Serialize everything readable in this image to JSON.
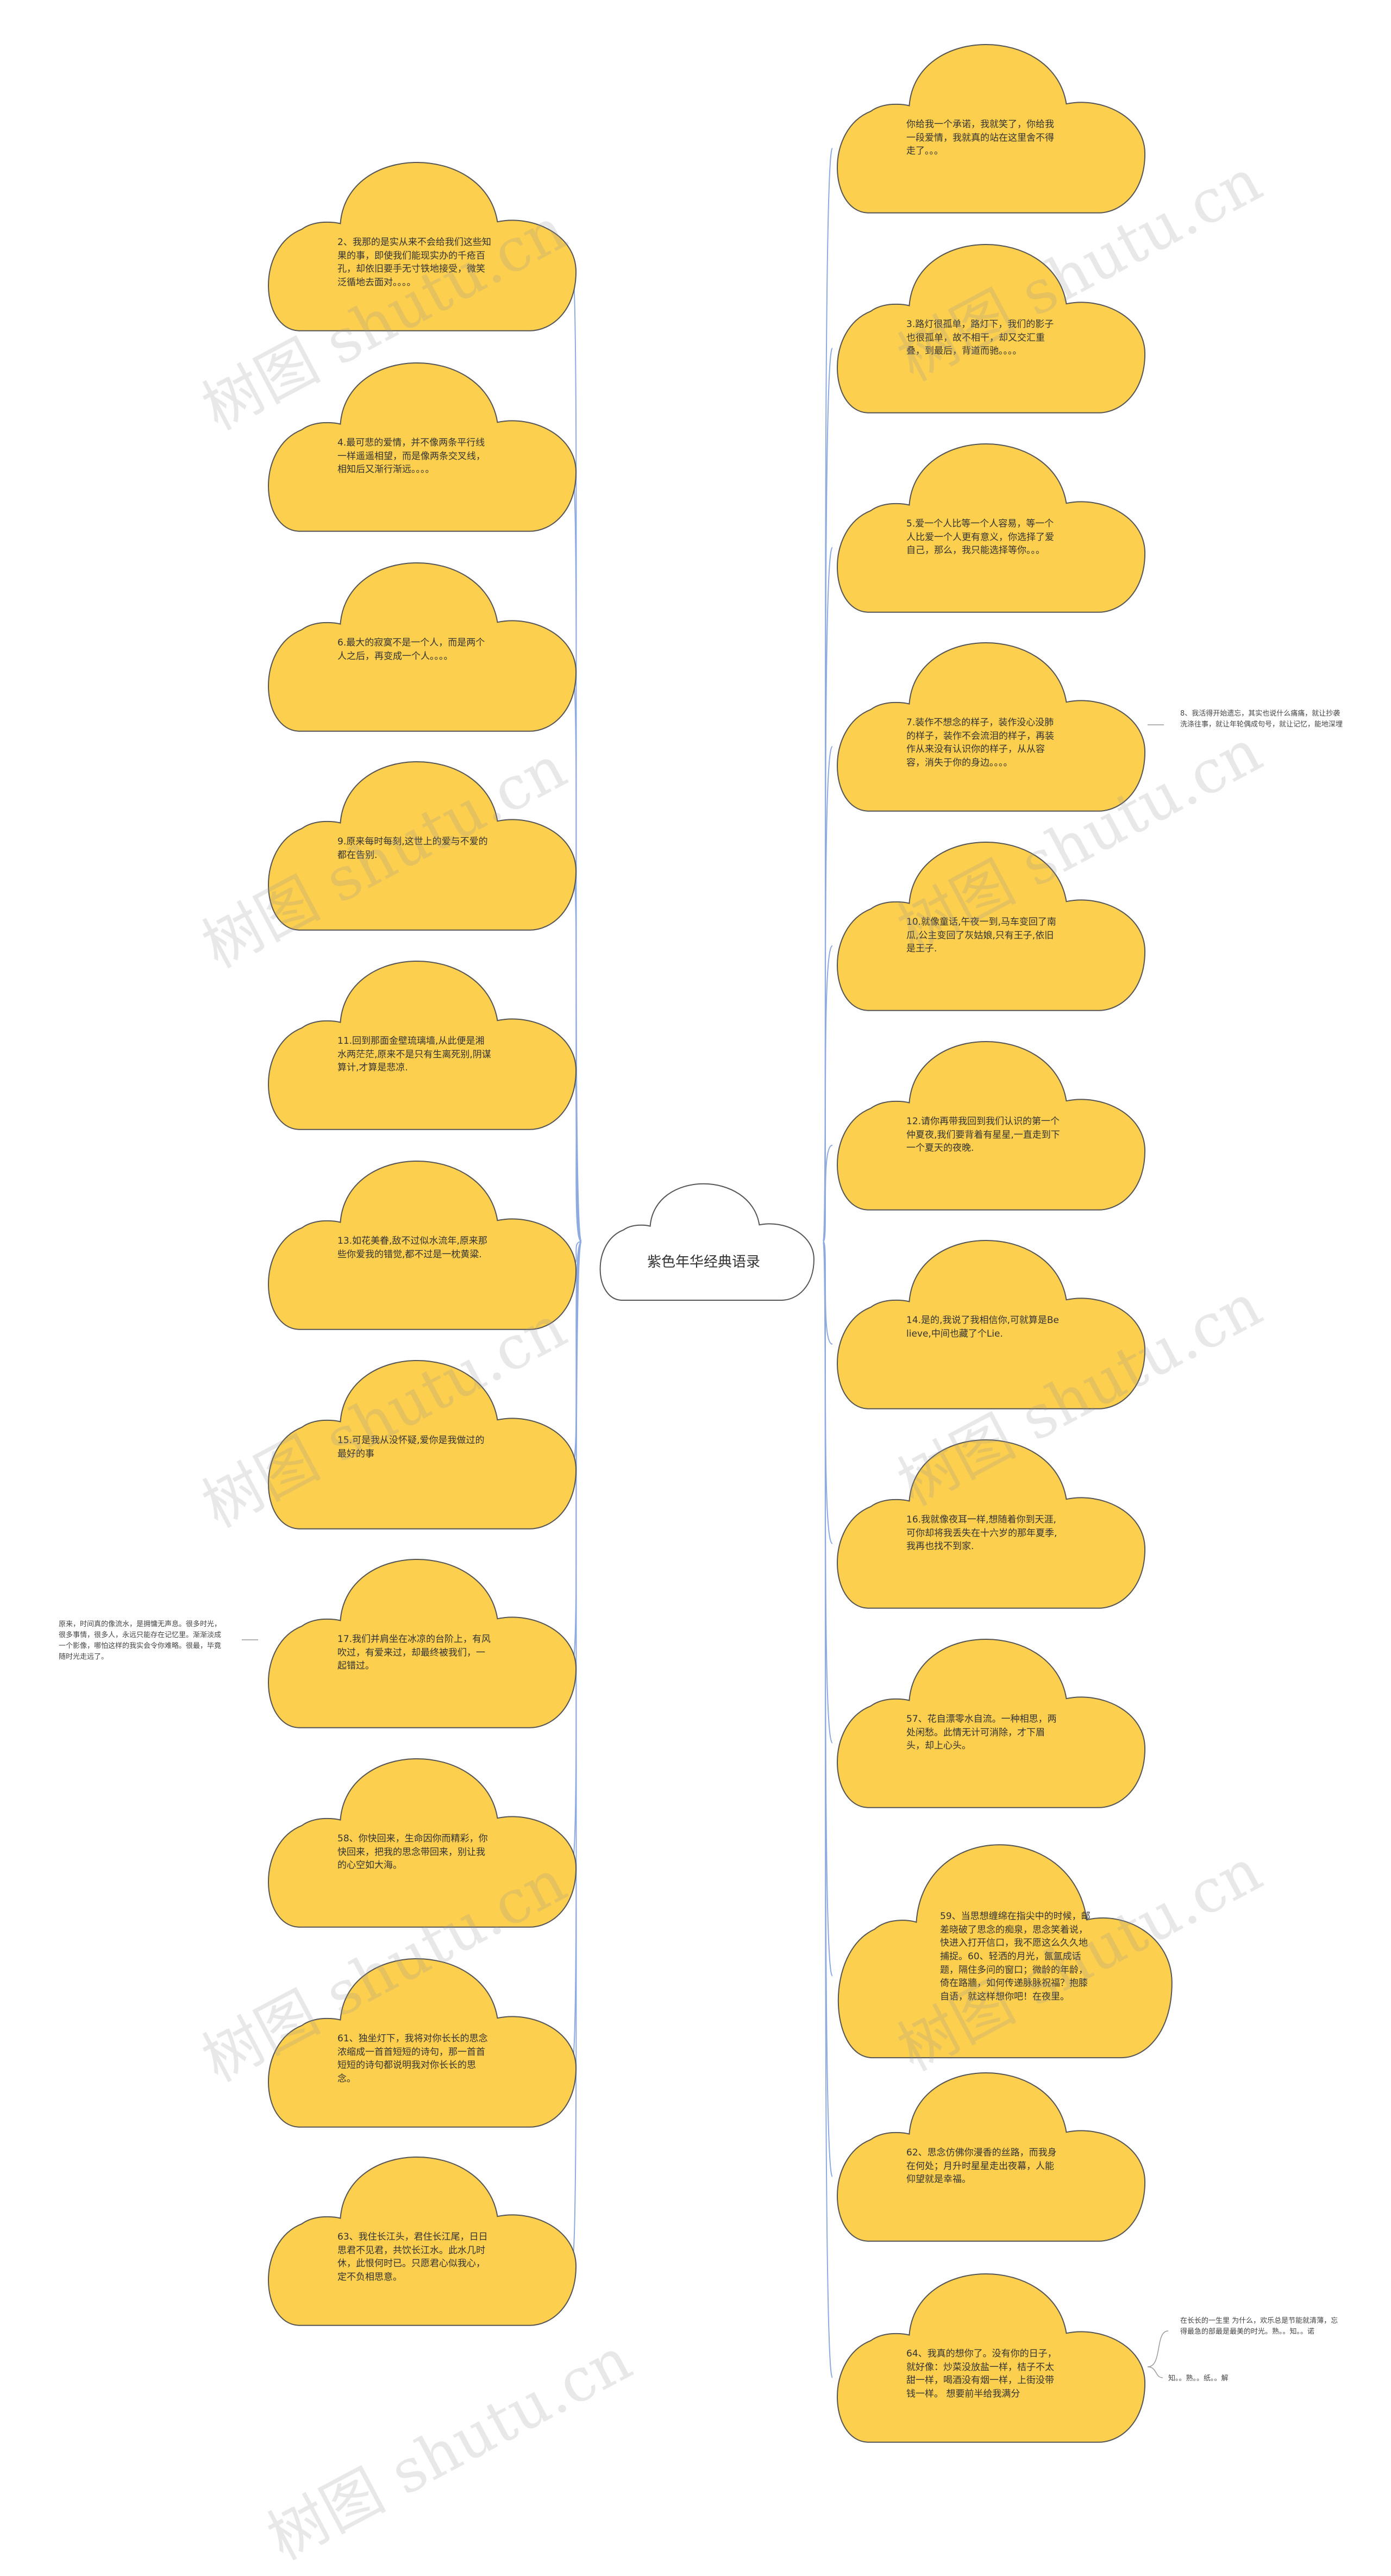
{
  "title": "紫色年华经典语录",
  "colors": {
    "cloud_fill": "#FCCF4E",
    "cloud_stroke": "#555555",
    "line": "#8EAADF",
    "center_fill": "#FFFFFF"
  },
  "left": [
    "2、我那的是实从来不会给我们这些知果的事，即使我们能现实办的千疮百孔，却依旧要手无寸铁地接受，微笑泛循地去面对。。。。",
    "4.最可悲的爱情，并不像两条平行线一样遥遥相望，而是像两条交叉线，相知后又渐行渐远。。。。",
    "6.最大的寂寞不是一个人，而是两个人之后，再变成一个人。。。。",
    "9.原来每时每刻,这世上的爱与不爱的都在告别.",
    "11.回到那面金壁琉璃墙,从此便是湘水两茫茫,原来不是只有生离死别,阴谋算计,才算是悲凉.",
    "13.如花美眷,敌不过似水流年,原来那些你爱我的错觉,都不过是一枕黄粱.",
    "15.可是我从没怀疑,爱你是我做过的最好的事",
    "17.我们并肩坐在冰凉的台阶上，有风吹过，有爱来过，却最终被我们，一起错过。",
    "58、你快回来，生命因你而精彩，你快回来，把我的思念带回来，别让我的心空如大海。",
    "61、独坐灯下，我将对你长长的思念浓缩成一首首短短的诗句，那一首首短短的诗句都说明我对你长长的思念。",
    "63、我住长江头，君住长江尾，日日思君不见君，共饮长江水。此水几时休，此恨何时已。只愿君心似我心，定不负相思意。"
  ],
  "right": [
    "你给我一个承诺，我就笑了，你给我一段爱情，我就真的站在这里舍不得走了。。。",
    "3.路灯很孤单，路灯下，我们的影子也很孤单，故不相干，却又交汇重叠，到最后，背道而驰。。。。",
    "5.爱一个人比等一个人容易，等一个人比爱一个人更有意义，你选择了爱自己，那么，我只能选择等你。。。",
    "7.装作不想念的样子，装作没心没肺的样子，装作不会流泪的样子，再装作从来没有认识你的样子，从从容容，消失于你的身边。。。。",
    "10.就像童话,午夜一到,马车变回了南瓜,公主变回了灰姑娘,只有王子,依旧是王子.",
    "12.请你再带我回到我们认识的第一个仲夏夜,我们要背着有星星,一直走到下一个夏天的夜晚.",
    "14.是的,我说了我相信你,可就算是Believe,中间也藏了个Lie.",
    "16.我就像夜耳一样,想随着你到天涯,可你却将我丢失在十六岁的那年夏季,我再也找不到家.",
    "57、花自漂零水自流。一种相思，两处闲愁。此情无计可消除，才下眉头，却上心头。",
    "59、当思想缠绵在指尖中的时候，邮差晓破了思念的痴泉，思念笑着说，快进入打开信口，我不愿这么久久地捕捉。60、轻洒的月光，氤氲成话题，隔住多问的窗口；微龄的年龄，倚在路牆，如何传递脉脉祝福？抱膝自语，就这样想你吧！在夜里。",
    "62、思念仿佛你漫香的丝路，而我身在何处；月升时星星走出夜幕，人能仰望就是幸福。",
    "64、我真的想你了。没有你的日子，就好像：炒菜没放盐一样，桔子不太甜一样，喝酒没有烟一样，上街没带钱一样。 想要前半给我满分"
  ],
  "notes": {
    "right_7": "8、我活得开始遗忘，其实也说什么痛痛，就让抄袭洗涤往事，就让年轮偶成句号，就让记忆，能地深埋",
    "left_17": "原来，时间真的像流水，是拥慵无声息。很多时光，很多事情，很多人，永远只能存在记忆里。渐渐淡成一个影像，哪怕这样的我实会令你难略。很最，毕竟随时光走远了。",
    "right_64_a": "在长长的一生里 为什么，欢乐总是节能就清薄，忘得最急的部最是最美的时光。熟。。知。。诺",
    "right_64_b": "知。。熟。。纸。。解"
  },
  "watermark": "树图 shutu.cn"
}
